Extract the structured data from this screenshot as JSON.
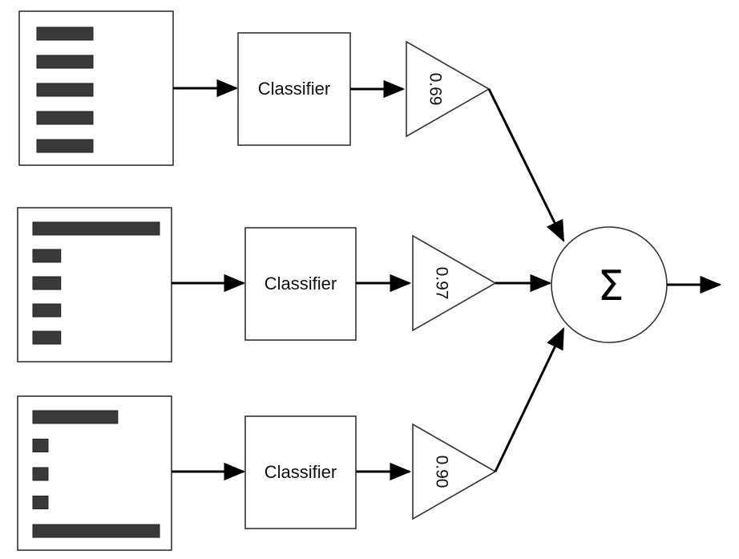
{
  "rows": [
    {
      "classifier_label": "Classifier",
      "weight": "0.69",
      "feature_values": [
        1,
        1,
        1,
        1,
        1
      ]
    },
    {
      "classifier_label": "Classifier",
      "weight": "0.97",
      "feature_values": [
        1,
        0.22,
        0.22,
        0.22,
        0.22
      ]
    },
    {
      "classifier_label": "Classifier",
      "weight": "0.90",
      "feature_values": [
        0.67,
        0.12,
        0.12,
        0.12,
        1
      ]
    }
  ],
  "summation": {
    "symbol": "Σ"
  }
}
